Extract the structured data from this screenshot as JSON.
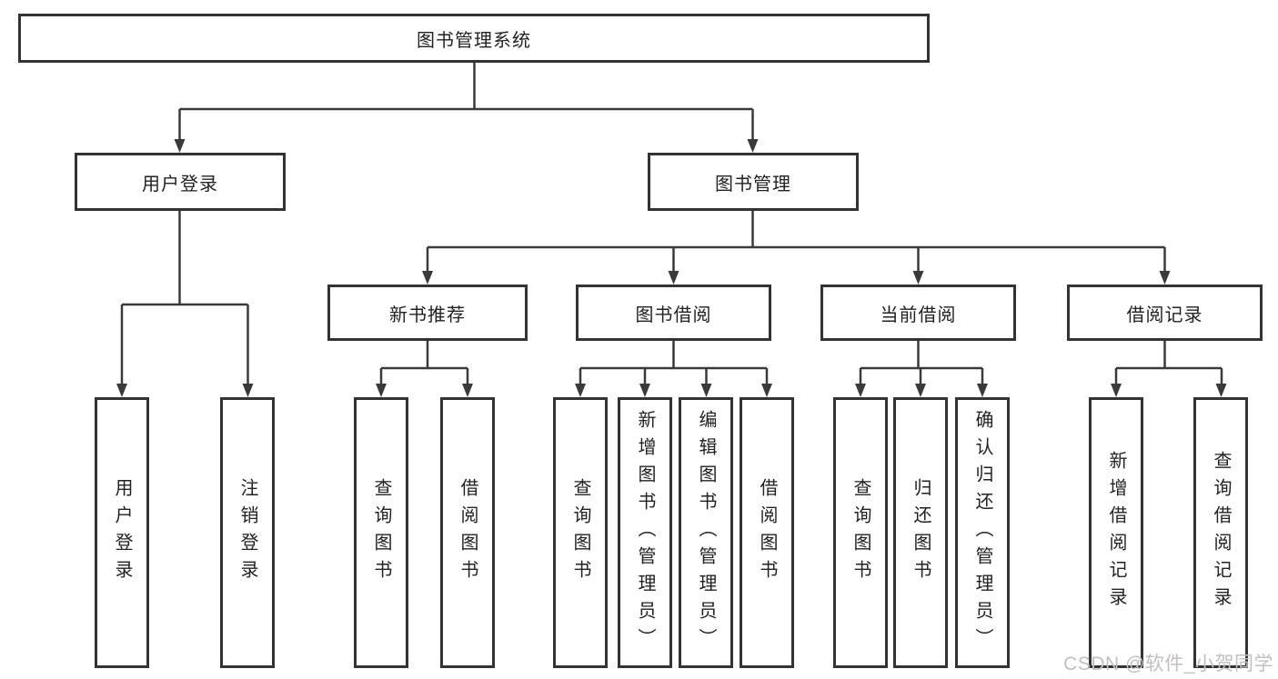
{
  "tree": {
    "root": {
      "label": "图书管理系统",
      "children": [
        {
          "label": "用户登录",
          "children": [
            {
              "label": "用户登录"
            },
            {
              "label": "注销登录"
            }
          ]
        },
        {
          "label": "图书管理",
          "children": [
            {
              "label": "新书推荐",
              "children": [
                {
                  "label": "查询图书"
                },
                {
                  "label": "借阅图书"
                }
              ]
            },
            {
              "label": "图书借阅",
              "children": [
                {
                  "label": "查询图书"
                },
                {
                  "label": "新增图书（管理员）"
                },
                {
                  "label": "编辑图书（管理员）"
                },
                {
                  "label": "借阅图书"
                }
              ]
            },
            {
              "label": "当前借阅",
              "children": [
                {
                  "label": "查询图书"
                },
                {
                  "label": "归还图书"
                },
                {
                  "label": "确认归还（管理员）"
                }
              ]
            },
            {
              "label": "借阅记录",
              "children": [
                {
                  "label": "新增借阅记录"
                },
                {
                  "label": "查询借阅记录"
                }
              ]
            }
          ]
        }
      ]
    }
  },
  "watermark": {
    "text": "CSDN @软件_小贺同学"
  },
  "colors": {
    "line": "#3a3a3a",
    "box_border": "#333333",
    "text": "#222222",
    "watermark": "#c1bfbf",
    "background": "#ffffff"
  }
}
